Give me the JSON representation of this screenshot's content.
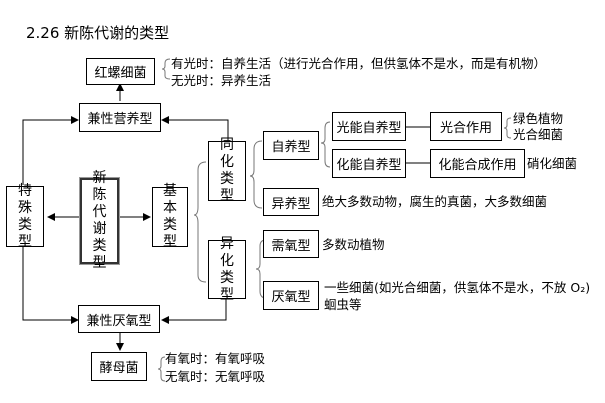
{
  "title": "2.26 新陈代谢的类型",
  "nodes": {
    "hongluo": "红螺细菌",
    "jianxing_yingyang": "兼性营养型",
    "teshu": "特殊类型",
    "xinchen": "新陈代谢类型",
    "jiben": "基本类型",
    "tonghua": "同化类型",
    "yihua": "异化类型",
    "ziyang": "自养型",
    "yiyang": "异养型",
    "guangneng": "光能自养型",
    "huaneng": "化能自养型",
    "guanghe": "光合作用",
    "huaneng_hecheng": "化能合成作用",
    "xuyang": "需氧型",
    "yanyang": "厌氧型",
    "jianxing_yanyang": "兼性厌氧型",
    "jiaomu": "酵母菌"
  },
  "notes": {
    "hongluo_light": "有光时：自养生活（进行光合作用，但供氢体不是水，而是有机物）",
    "hongluo_dark": "无光时：异养生活",
    "guanghe_1": "绿色植物",
    "guanghe_2": "光合细菌",
    "huaneng_example": "硝化细菌",
    "yiyang_example": "绝大多数动物，腐生的真菌，大多数细菌",
    "xuyang_example": "多数动植物",
    "yanyang_example_1": "一些细菌(如光合细菌，供氢体不是水，不放 O₂)",
    "yanyang_example_2": "蛔虫等",
    "jiaomu_aerobic": "有氧时：有氧呼吸",
    "jiaomu_anaerobic": "无氧时：无氧呼吸"
  }
}
